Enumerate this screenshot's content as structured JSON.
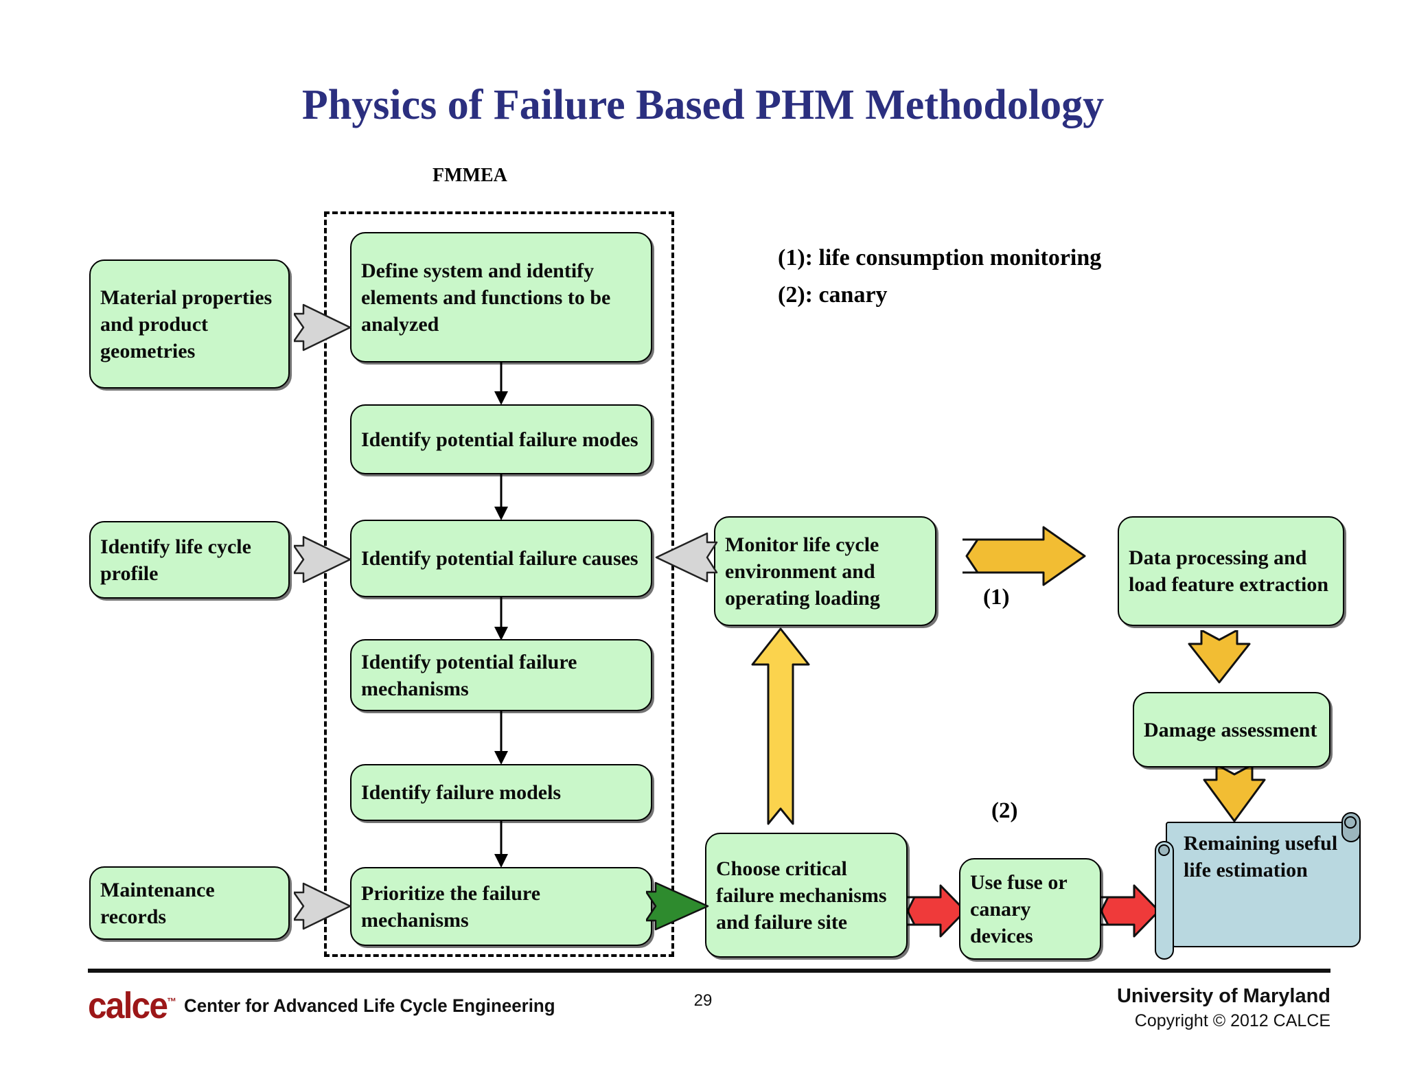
{
  "slide": {
    "title": "Physics of Failure Based PHM Methodology",
    "fmmea_label": "FMMEA"
  },
  "legend": {
    "line1": "(1): life consumption monitoring",
    "line2": "(2): canary",
    "tag1": "(1)",
    "tag2": "(2)"
  },
  "inputs": [
    {
      "id": "material",
      "text": "Material properties and product geometries"
    },
    {
      "id": "lifecycle",
      "text": "Identify life cycle profile"
    },
    {
      "id": "maintenance",
      "text": "Maintenance records"
    }
  ],
  "fmmea_steps": [
    {
      "id": "define-system",
      "text": "Define system and identify elements and functions to be analyzed"
    },
    {
      "id": "failure-modes",
      "text": "Identify potential failure modes"
    },
    {
      "id": "failure-causes",
      "text": "Identify potential failure causes"
    },
    {
      "id": "failure-mechanisms",
      "text": "Identify potential failure mechanisms"
    },
    {
      "id": "failure-models",
      "text": "Identify failure models"
    },
    {
      "id": "prioritize",
      "text": "Prioritize the failure mechanisms"
    }
  ],
  "phm_chain": [
    {
      "id": "monitor",
      "text": "Monitor life cycle environment and operating loading"
    },
    {
      "id": "data-processing",
      "text": "Data processing and load feature extraction"
    },
    {
      "id": "damage-assessment",
      "text": "Damage assessment"
    },
    {
      "id": "choose-critical",
      "text": "Choose critical failure mechanisms and failure site"
    },
    {
      "id": "use-fuse",
      "text": "Use fuse or canary devices"
    },
    {
      "id": "rul",
      "text": "Remaining useful life estimation"
    }
  ],
  "colors": {
    "title": "#2b2f7f",
    "box_green": "#c9f7c9",
    "scroll_blue": "#b9d8e0",
    "arrow_gray": "#d6d6d6",
    "arrow_yellow": "#fbd34d",
    "arrow_gold": "#f2bd33",
    "arrow_red": "#ef3a3a",
    "arrow_green": "#2e8b2e",
    "logo_red": "#9c1718"
  },
  "footer": {
    "logo": "calce",
    "logo_tm": "™",
    "tagline": "Center for Advanced Life Cycle Engineering",
    "page": "29",
    "university": "University of Maryland",
    "copyright": "Copyright © 2012 CALCE"
  }
}
